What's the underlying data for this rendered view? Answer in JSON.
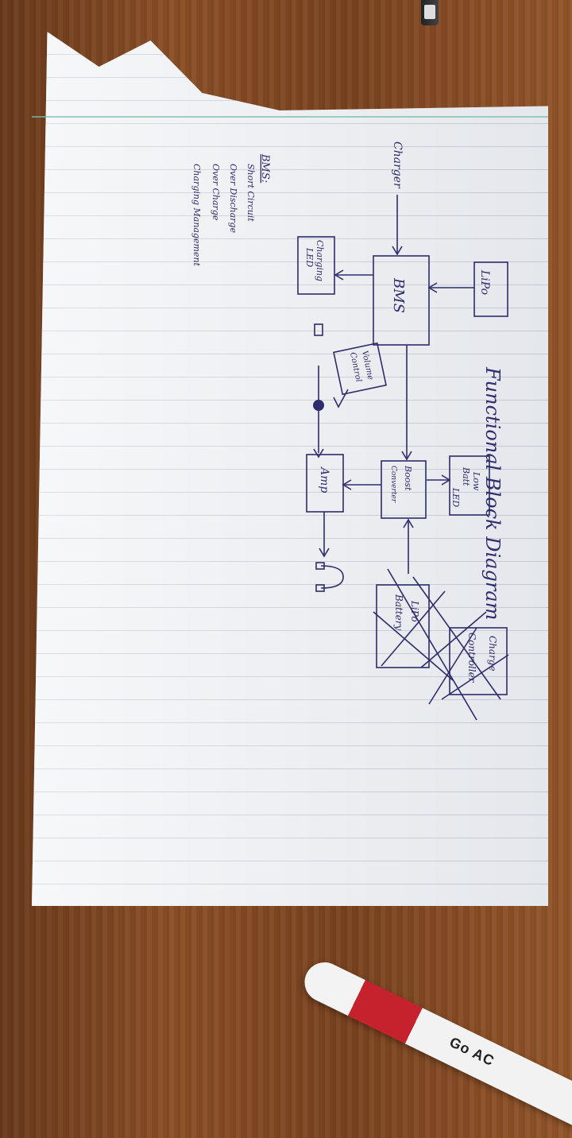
{
  "title": "Functional Block Diagram",
  "blocks": {
    "lipo": "LiPo",
    "bms": "BMS",
    "charging_led_1": "Charging",
    "charging_led_2": "LED",
    "volume_control_1": "Volume",
    "volume_control_2": "Control",
    "boost_converter_1": "Boost",
    "boost_converter_2": "Converter",
    "low_batt_led_1": "Low",
    "low_batt_led_2": "Batt",
    "low_batt_led_3": "LED",
    "amp": "Amp",
    "lipo_battery_1": "LiPo",
    "lipo_battery_2": "Battery",
    "charge_controller_1": "Charge",
    "charge_controller_2": "Controller"
  },
  "input": "Charger",
  "notes": {
    "heading": "BMS:",
    "items": [
      "Short Circuit",
      "Over Discharge",
      "Over Charge",
      "Charging Management"
    ]
  },
  "pen": {
    "brand": "Go AC"
  },
  "colors": {
    "ink": "#2e2c6a",
    "paper": "#eef0f3",
    "desk": "#7a4320"
  }
}
